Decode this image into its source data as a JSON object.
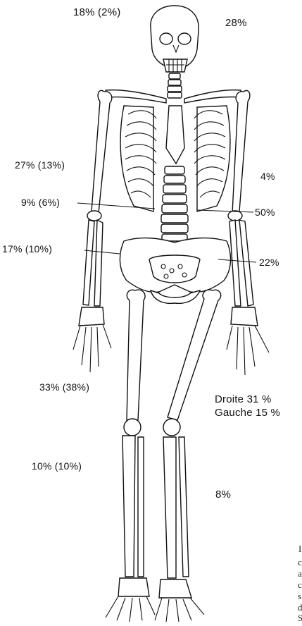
{
  "labels": {
    "skull_left": "18% (2%)",
    "skull_right": "28%",
    "humerus_left": "27% (13%)",
    "humerus_right": "4%",
    "elbow_left": "9% (6%)",
    "elbow_right": "50%",
    "forearm_left": "17% (10%)",
    "forearm_right": "22%",
    "hand_left": "33% (38%)",
    "side_right_line1": "Droite 31 %",
    "side_right_line2": "Gauche 15 %",
    "leg_left": "10% (10%)",
    "leg_right": "8%"
  },
  "cut_off_text": [
    "I",
    "c",
    "a",
    "c",
    "s",
    "d",
    "S"
  ]
}
